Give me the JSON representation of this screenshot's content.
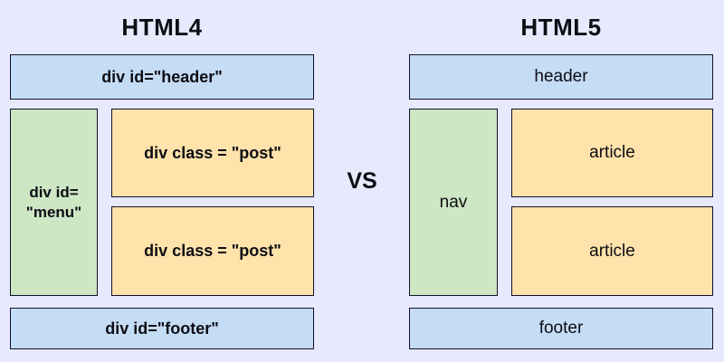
{
  "background_color": "#e6eafc",
  "palette": {
    "blue": "#c5dcf5",
    "green": "#cde6c4",
    "orange": "#ffe3ab",
    "border": "#10102e",
    "text": "#0d0d14"
  },
  "divider": {
    "label": "VS"
  },
  "columns": [
    {
      "id": "html4",
      "title": "HTML4",
      "boxes": [
        {
          "id": "header",
          "label": "div id=\"header\"",
          "color": "blue",
          "region": "header"
        },
        {
          "id": "menu",
          "label": "div id=\n\"menu\"",
          "label_line1": "div id=",
          "label_line2": "\"menu\"",
          "color": "green",
          "region": "sidebar"
        },
        {
          "id": "post1",
          "label": "div class = \"post\"",
          "color": "orange",
          "region": "content"
        },
        {
          "id": "post2",
          "label": "div class = \"post\"",
          "color": "orange",
          "region": "content"
        },
        {
          "id": "footer",
          "label": "div id=\"footer\"",
          "color": "blue",
          "region": "footer"
        }
      ]
    },
    {
      "id": "html5",
      "title": "HTML5",
      "boxes": [
        {
          "id": "header",
          "label": "header",
          "color": "blue",
          "region": "header"
        },
        {
          "id": "nav",
          "label": "nav",
          "color": "green",
          "region": "sidebar"
        },
        {
          "id": "article1",
          "label": "article",
          "color": "orange",
          "region": "content"
        },
        {
          "id": "article2",
          "label": "article",
          "color": "orange",
          "region": "content"
        },
        {
          "id": "footer",
          "label": "footer",
          "color": "blue",
          "region": "footer"
        }
      ]
    }
  ]
}
